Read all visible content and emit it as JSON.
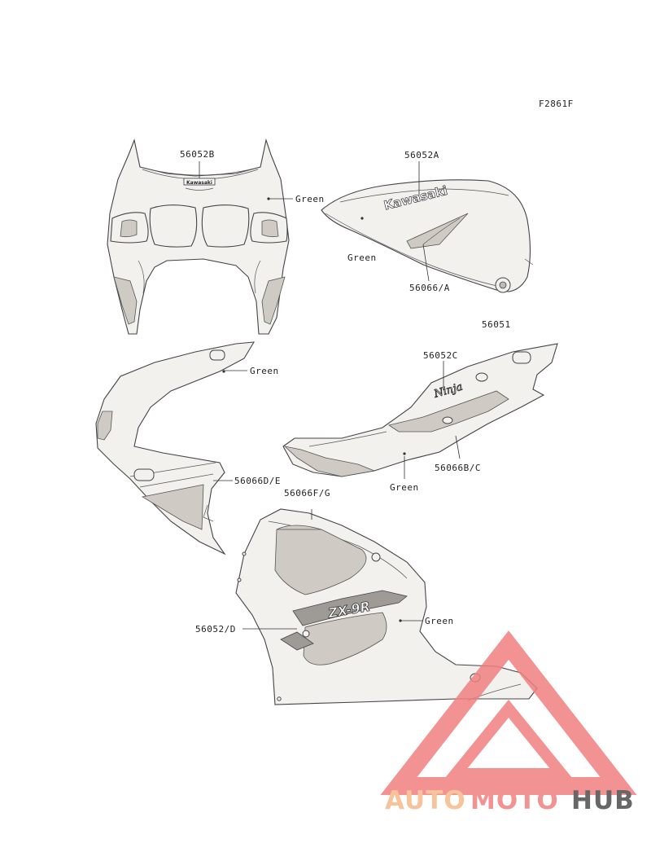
{
  "figure_code": "F2861F",
  "parts": {
    "p56052B": "56052B",
    "p56052A": "56052A",
    "p56066A": "56066/A",
    "p56051": "56051",
    "p56052C": "56052C",
    "p56066BC": "56066B/C",
    "p56066DE": "56066D/E",
    "p56066FG": "56066F/G",
    "p56052D": "56052/D"
  },
  "color_notes": {
    "front_cowl": "Green",
    "tank": "Green",
    "side_cowl": "Green",
    "tail": "Green",
    "lower_cowl": "Green"
  },
  "decals": {
    "tank_brand": "Kawasaki",
    "cowl_brand": "Kawasaki",
    "tail_model": "Ninja",
    "lower_model": "ZX-9R"
  },
  "watermark": {
    "word_auto": "AUTO",
    "word_moto": "MOTO",
    "word_hub": "HUB",
    "colors": {
      "auto": "#f5b98a",
      "moto": "#f08080",
      "hub": "#4d4d4d",
      "triangle": "#f08080"
    }
  }
}
